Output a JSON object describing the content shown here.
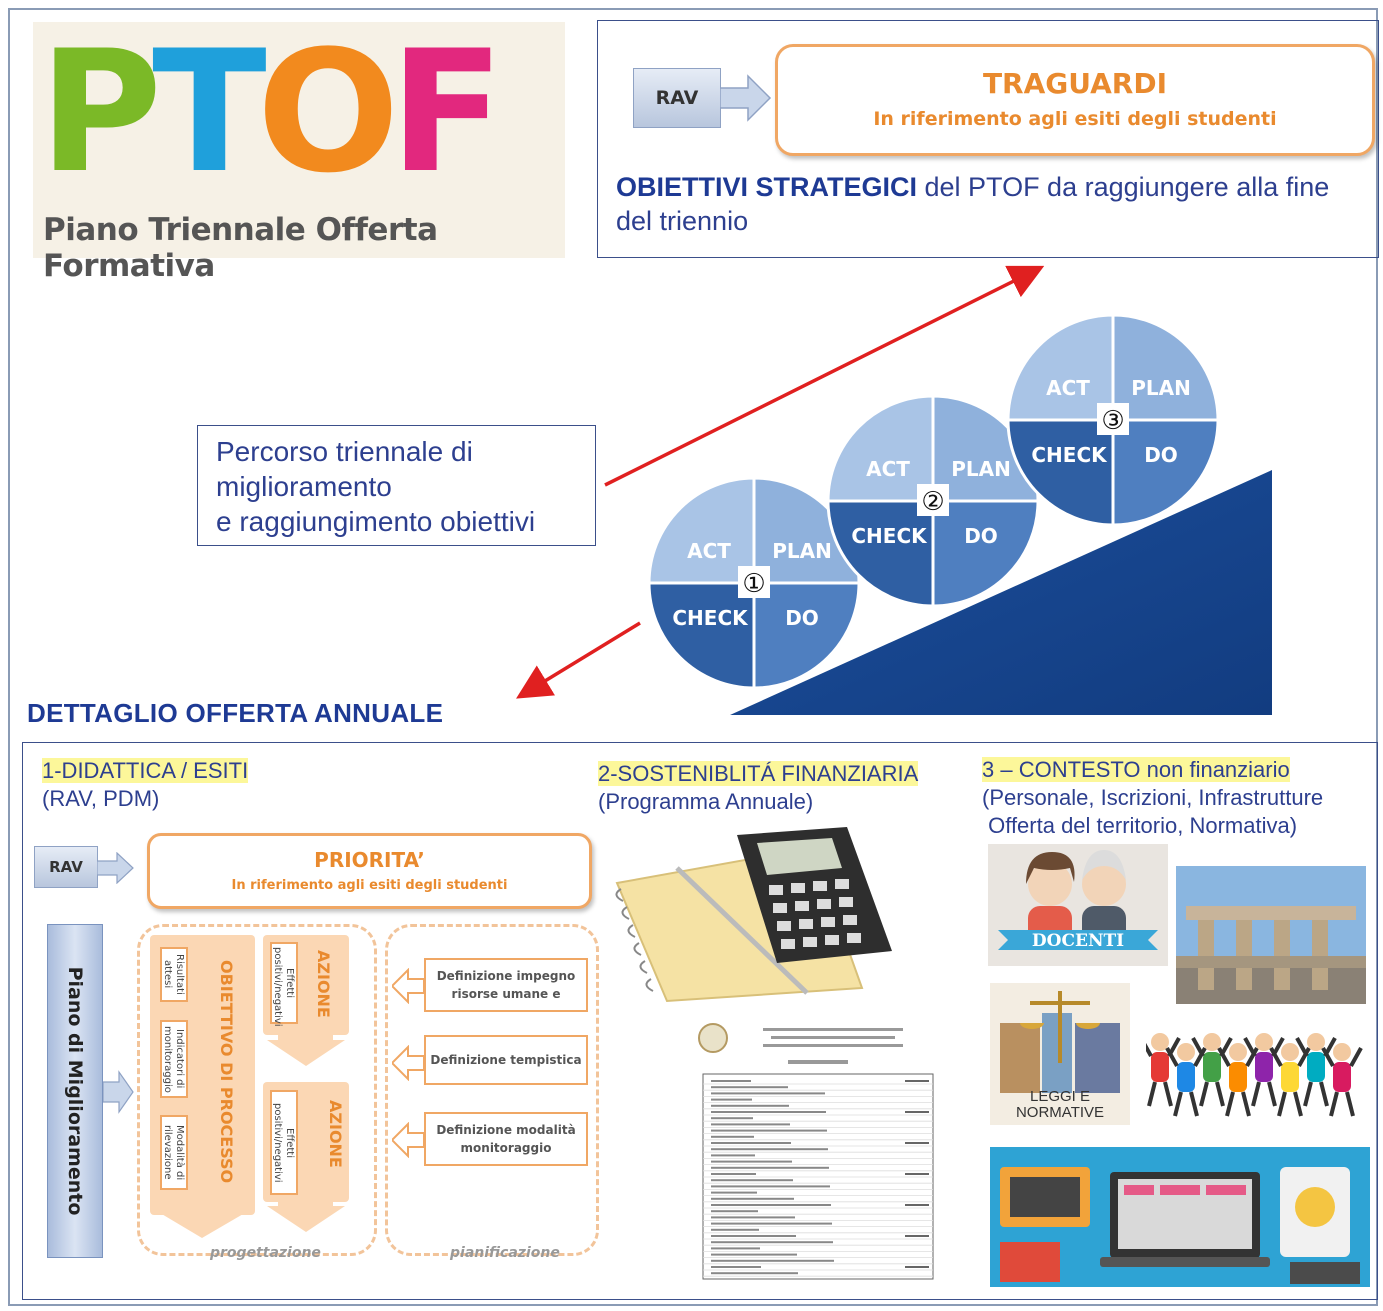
{
  "logo": {
    "letters": [
      {
        "char": "P",
        "color": "#7bb927"
      },
      {
        "char": "T",
        "color": "#1fa0db"
      },
      {
        "char": "O",
        "color": "#f28a1e"
      },
      {
        "char": "F",
        "color": "#e2287e"
      }
    ],
    "subtitle": "Piano Triennale Offerta Formativa"
  },
  "goals": {
    "rav_label": "RAV",
    "title": "TRAGUARDI",
    "subtitle": "In riferimento agli esiti degli studenti",
    "text_bold": "OBIETTIVI STRATEGICI",
    "text_rest": " del PTOF da raggiungere alla fine del triennio"
  },
  "path_box": {
    "line1": "Percorso triennale di",
    "line2": "miglioramento",
    "line3": "e raggiungimento obiettivi"
  },
  "pdca": {
    "act": "ACT",
    "plan": "PLAN",
    "check": "CHECK",
    "do": "DO",
    "steps": [
      "①",
      "②",
      "③"
    ]
  },
  "section_title": "DETTAGLIO OFFERTA  ANNUALE",
  "columns": {
    "didattica": {
      "title": "1-DIDATTICA / ESITI",
      "sub": "(RAV, PDM)"
    },
    "finanza": {
      "title": "2-SOSTENIBLITÁ FINANZIARIA",
      "sub": "(Programma Annuale)"
    },
    "contesto": {
      "title": "3 – CONTESTO non finanziario",
      "sub1": "(Personale, Iscrizioni, Infrastrutture",
      "sub2": " Offerta del territorio, Normativa)"
    }
  },
  "pdm": {
    "rav_label": "RAV",
    "priority_title": "PRIORITA’",
    "priority_sub": "In riferimento agli esiti degli studenti",
    "vertical_bar": "Piano di Miglioramento",
    "obiettivo": "OBIETTIVO DI PROCESSO",
    "azione": "AZIONE",
    "obiettivo_items": [
      "Risultati attesi",
      "Indicatori di monitoraggio",
      "Modalità di rilevazione"
    ],
    "azione_items": [
      "Effetti positivi/negativi",
      "Effetti positivi/negativi"
    ],
    "plan_items": [
      "Definizione impegno risorse umane e",
      "Definizione tempistica",
      "Definizione modalità monitoraggio"
    ],
    "foot_progettazione": "progettazione",
    "foot_pianificazione": "pianificazione"
  },
  "context_images": {
    "docenti": "DOCENTI",
    "leggi": "LEGGI E NORMATIVE"
  },
  "colors": {
    "navy": "#2d3f8f",
    "orange": "#e98a2e",
    "pdca_dark": "#2f5fa3",
    "pdca_light": "#9fbde0",
    "arrow_red": "#e02020"
  }
}
